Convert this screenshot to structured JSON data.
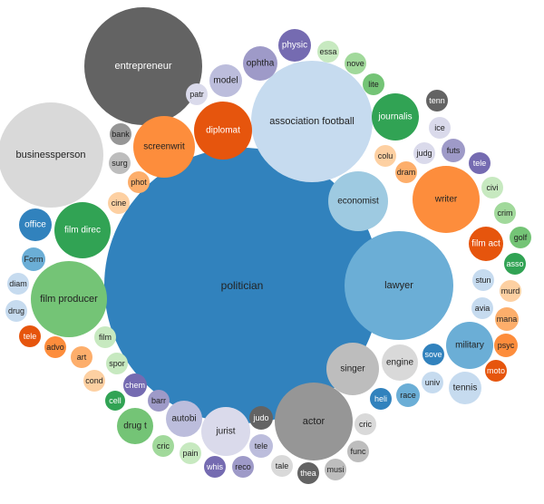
{
  "chart_data": {
    "type": "bubble",
    "title": "",
    "palette": {
      "dark_gray": "#636363",
      "mid_gray": "#969696",
      "light_gray": "#bdbdbd",
      "pale_gray": "#d9d9d9",
      "blue": "#3182bd",
      "mid_blue": "#6baed6",
      "light_blue": "#9ecae1",
      "pale_blue": "#c6dbef",
      "orange": "#e6550d",
      "mid_orange": "#fd8d3c",
      "light_orange": "#fdae6b",
      "pale_orange": "#fdd0a2",
      "green": "#31a354",
      "mid_green": "#74c476",
      "light_green": "#a1d99b",
      "pale_green": "#c7e9c0",
      "purple": "#756bb1",
      "mid_purple": "#9e9ac8",
      "light_purple": "#bcbddc",
      "pale_purple": "#dadaeb"
    },
    "bubbles": [
      {
        "label": "politician",
        "value": 1000,
        "color": "blue"
      },
      {
        "label": "association football",
        "value": 350,
        "color": "pale_blue"
      },
      {
        "label": "lawyer",
        "value": 290,
        "color": "mid_blue"
      },
      {
        "label": "entrepreneur",
        "value": 300,
        "color": "dark_gray"
      },
      {
        "label": "businessperson",
        "value": 290,
        "color": "pale_gray"
      },
      {
        "label": "film producer",
        "value": 170,
        "color": "mid_green"
      },
      {
        "label": "actor",
        "value": 145,
        "color": "mid_gray"
      },
      {
        "label": "economist",
        "value": 85,
        "color": "light_blue"
      },
      {
        "label": "writer",
        "value": 110,
        "color": "mid_orange"
      },
      {
        "label": "diplomat",
        "value": 80,
        "color": "orange"
      },
      {
        "label": "screenwrit",
        "value": 88,
        "color": "mid_orange"
      },
      {
        "label": "journalis",
        "value": 75,
        "color": "green"
      },
      {
        "label": "film direc",
        "value": 85,
        "color": "green"
      },
      {
        "label": "singer",
        "value": 72,
        "color": "light_gray"
      },
      {
        "label": "military",
        "value": 55,
        "color": "mid_blue"
      },
      {
        "label": "jurist",
        "value": 60,
        "color": "pale_purple"
      },
      {
        "label": "drug t",
        "value": 38,
        "color": "mid_green"
      },
      {
        "label": "film act",
        "value": 36,
        "color": "orange"
      },
      {
        "label": "autobi",
        "value": 32,
        "color": "light_purple"
      },
      {
        "label": "engine",
        "value": 35,
        "color": "pale_gray"
      },
      {
        "label": "model",
        "value": 32,
        "color": "light_purple"
      },
      {
        "label": "ophtha",
        "value": 35,
        "color": "mid_purple"
      },
      {
        "label": "physic",
        "value": 32,
        "color": "purple"
      },
      {
        "label": "office",
        "value": 32,
        "color": "blue"
      },
      {
        "label": "tennis",
        "value": 32,
        "color": "pale_blue"
      },
      {
        "label": "judo",
        "value": 20,
        "color": "dark_gray"
      },
      {
        "label": "tele",
        "value": 20,
        "color": "light_purple"
      },
      {
        "label": "tale",
        "value": 20,
        "color": "pale_gray"
      },
      {
        "label": "thea",
        "value": 20,
        "color": "dark_gray"
      },
      {
        "label": "musi",
        "value": 20,
        "color": "light_gray"
      },
      {
        "label": "func",
        "value": 20,
        "color": "light_gray"
      },
      {
        "label": "cric",
        "value": 20,
        "color": "pale_gray"
      },
      {
        "label": "heli",
        "value": 20,
        "color": "blue"
      },
      {
        "label": "race",
        "value": 20,
        "color": "mid_blue"
      },
      {
        "label": "univ",
        "value": 20,
        "color": "pale_blue"
      },
      {
        "label": "sove",
        "value": 20,
        "color": "blue"
      },
      {
        "label": "psyc",
        "value": 20,
        "color": "mid_orange"
      },
      {
        "label": "moto",
        "value": 20,
        "color": "orange"
      },
      {
        "label": "mana",
        "value": 20,
        "color": "light_orange"
      },
      {
        "label": "murd",
        "value": 20,
        "color": "pale_orange"
      },
      {
        "label": "avia",
        "value": 20,
        "color": "pale_blue"
      },
      {
        "label": "stun",
        "value": 20,
        "color": "pale_blue"
      },
      {
        "label": "asso",
        "value": 20,
        "color": "green"
      },
      {
        "label": "golf",
        "value": 20,
        "color": "mid_green"
      },
      {
        "label": "crim",
        "value": 20,
        "color": "light_green"
      },
      {
        "label": "civi",
        "value": 20,
        "color": "pale_green"
      },
      {
        "label": "tele",
        "value": 20,
        "color": "purple"
      },
      {
        "label": "futs",
        "value": 20,
        "color": "mid_purple"
      },
      {
        "label": "judg",
        "value": 20,
        "color": "pale_purple"
      },
      {
        "label": "dram",
        "value": 20,
        "color": "light_orange"
      },
      {
        "label": "colu",
        "value": 20,
        "color": "pale_orange"
      },
      {
        "label": "ice",
        "value": 20,
        "color": "pale_purple"
      },
      {
        "label": "tenn",
        "value": 20,
        "color": "dark_gray"
      },
      {
        "label": "lite",
        "value": 20,
        "color": "mid_green"
      },
      {
        "label": "nove",
        "value": 20,
        "color": "light_green"
      },
      {
        "label": "essa",
        "value": 20,
        "color": "pale_green"
      },
      {
        "label": "patr",
        "value": 20,
        "color": "pale_purple"
      },
      {
        "label": "bank",
        "value": 20,
        "color": "mid_gray"
      },
      {
        "label": "surg",
        "value": 20,
        "color": "light_gray"
      },
      {
        "label": "phot",
        "value": 20,
        "color": "light_orange"
      },
      {
        "label": "cine",
        "value": 20,
        "color": "pale_orange"
      },
      {
        "label": "Form",
        "value": 20,
        "color": "mid_blue"
      },
      {
        "label": "diam",
        "value": 20,
        "color": "pale_blue"
      },
      {
        "label": "drug",
        "value": 20,
        "color": "pale_blue"
      },
      {
        "label": "tele",
        "value": 20,
        "color": "orange"
      },
      {
        "label": "advo",
        "value": 20,
        "color": "mid_orange"
      },
      {
        "label": "art",
        "value": 20,
        "color": "light_orange"
      },
      {
        "label": "cond",
        "value": 20,
        "color": "pale_orange"
      },
      {
        "label": "film",
        "value": 20,
        "color": "pale_green"
      },
      {
        "label": "spor",
        "value": 20,
        "color": "pale_green"
      },
      {
        "label": "chem",
        "value": 20,
        "color": "purple"
      },
      {
        "label": "cell",
        "value": 20,
        "color": "green"
      },
      {
        "label": "barr",
        "value": 20,
        "color": "mid_purple"
      },
      {
        "label": "cric",
        "value": 20,
        "color": "light_green"
      },
      {
        "label": "pain",
        "value": 20,
        "color": "pale_green"
      },
      {
        "label": "whis",
        "value": 20,
        "color": "purple"
      },
      {
        "label": "reco",
        "value": 20,
        "color": "mid_purple"
      }
    ]
  }
}
